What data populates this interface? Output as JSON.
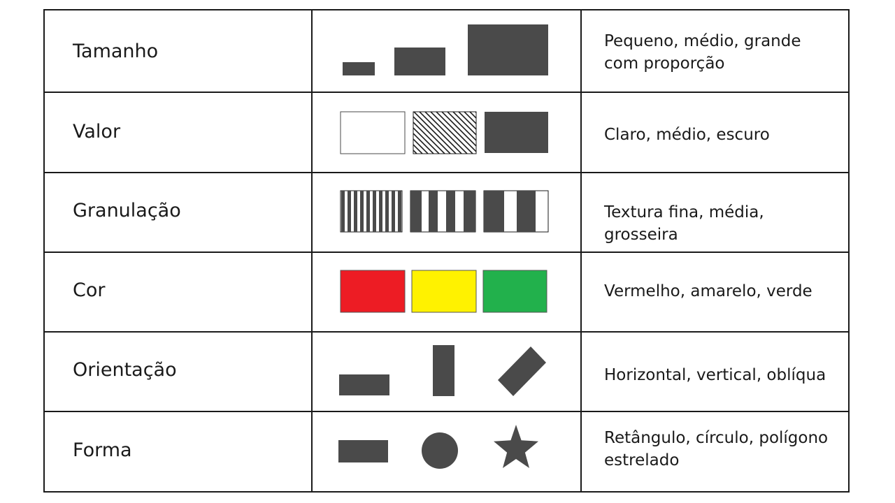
{
  "rows": [
    {
      "label": "Tamanho",
      "description": "Pequeno, médio, grande com proporção"
    },
    {
      "label": "Valor",
      "description": "Claro, médio, escuro"
    },
    {
      "label": "Granulação",
      "description": "Textura fina, média, grosseira"
    },
    {
      "label": "Cor",
      "description": "Vermelho, amarelo, verde"
    },
    {
      "label": "Orientação",
      "description": "Horizontal, vertical, oblíqua"
    },
    {
      "label": "Forma",
      "description": "Retângulo, círculo, polígono estrelado"
    }
  ],
  "colors": {
    "dark_fill": "#4a4a4a",
    "red": "#ed1c24",
    "yellow": "#fff200",
    "green": "#22b14c",
    "border": "#1a1a1a"
  }
}
